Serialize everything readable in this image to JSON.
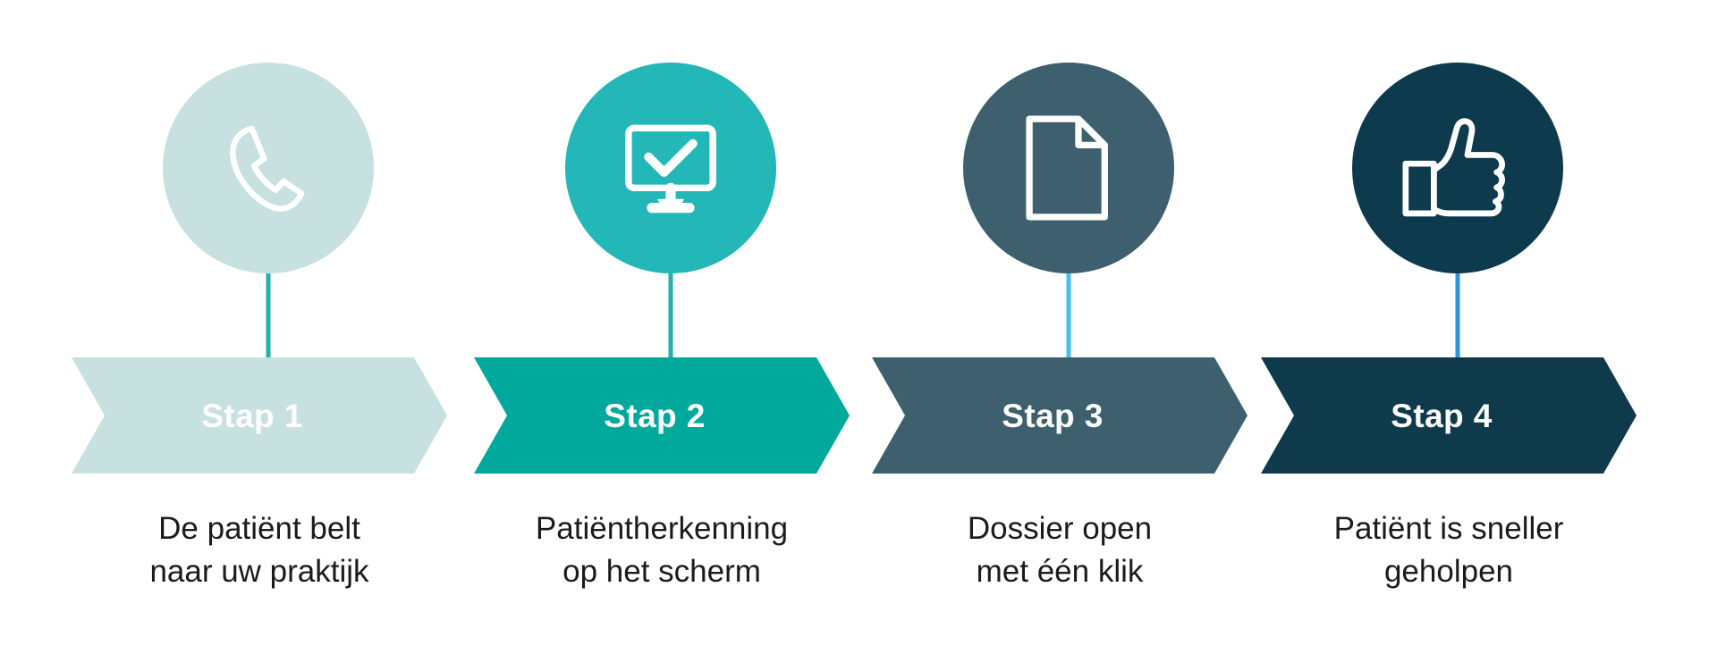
{
  "diagram": {
    "type": "process-flow",
    "orientation": "horizontal",
    "step_count": 4,
    "background_color": "#ffffff",
    "caption_text_color": "#1b1b1b",
    "banner_text_color": "#ffffff"
  },
  "steps": [
    {
      "index": 1,
      "icon": "phone-handset-icon",
      "circle_color": "#c6e1e0",
      "connector_color": "#1fb2ae",
      "banner_color": "#c6e1e0",
      "banner_label": "Stap 1",
      "caption_line1": "De patiënt belt",
      "caption_line2": "naar uw praktijk"
    },
    {
      "index": 2,
      "icon": "monitor-checkmark-icon",
      "circle_color": "#23b7b7",
      "connector_color": "#1fb2ae",
      "banner_color": "#00a99b",
      "banner_label": "Stap 2",
      "caption_line1": "Patiëntherkenning",
      "caption_line2": "op het scherm"
    },
    {
      "index": 3,
      "icon": "document-page-icon",
      "circle_color": "#3e5f6e",
      "connector_color": "#3fc4ee",
      "banner_color": "#3d5f6e",
      "banner_label": "Stap 3",
      "caption_line1": "Dossier open",
      "caption_line2": "met één klik"
    },
    {
      "index": 4,
      "icon": "thumbs-up-icon",
      "circle_color": "#0d3b4d",
      "connector_color": "#2e94d8",
      "banner_color": "#0e3a4c",
      "banner_label": "Stap 4",
      "caption_line1": "Patiënt is sneller",
      "caption_line2": "geholpen"
    }
  ]
}
